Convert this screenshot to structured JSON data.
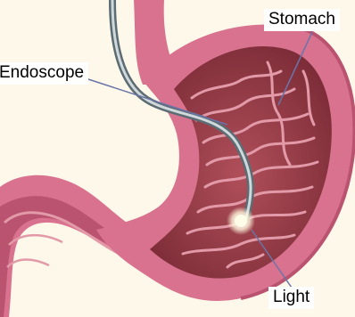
{
  "labels": {
    "stomach": "Stomach",
    "endoscope": "Endoscope",
    "light": "Light"
  },
  "colors": {
    "background": "#fdf8ea",
    "stomach_wall": "#d9728f",
    "stomach_wall_dark": "#b9536f",
    "stomach_interior": "#9c3f4a",
    "rugae": "#e39aa8",
    "endoscope_tube": "#5d6b73",
    "endoscope_highlight": "#cfd9dc",
    "light": "#fffde8",
    "leader_line": "#6b74a8"
  }
}
